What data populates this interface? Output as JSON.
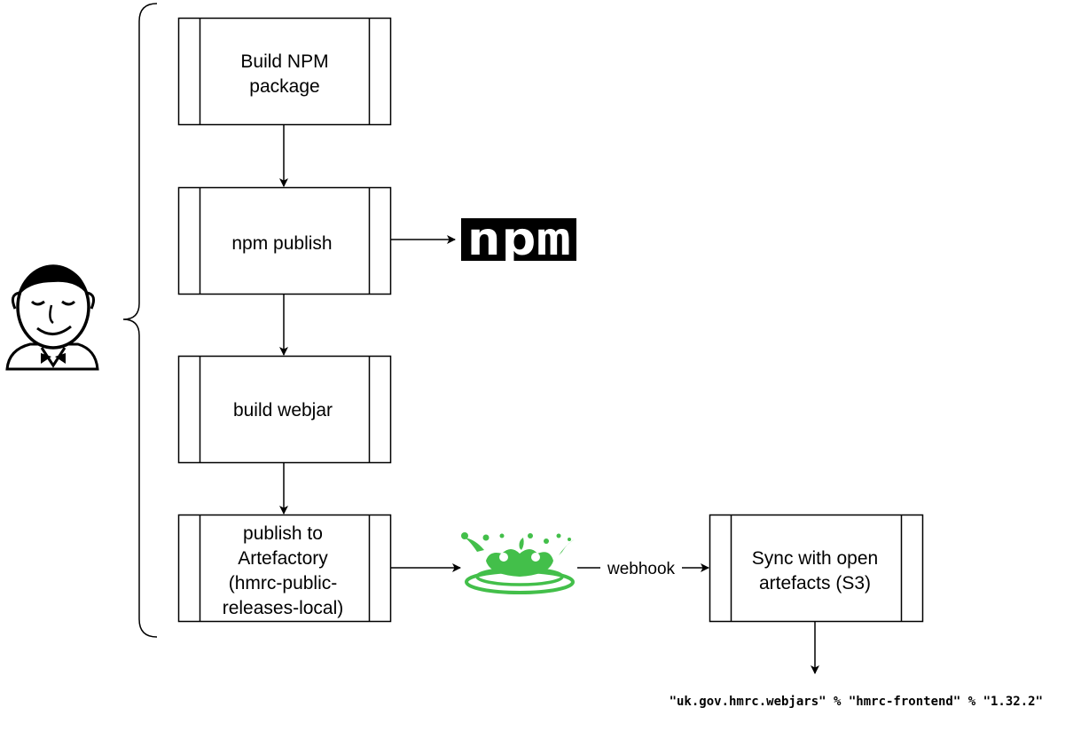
{
  "steps": [
    {
      "id": "build-npm",
      "lines": [
        "Build NPM",
        "package"
      ]
    },
    {
      "id": "npm-publish",
      "lines": [
        "npm publish"
      ]
    },
    {
      "id": "build-webjar",
      "lines": [
        "build webjar"
      ]
    },
    {
      "id": "publish-artefactory",
      "lines": [
        "publish to",
        "Artefactory",
        "(hmrc-public-",
        "releases-local)"
      ]
    },
    {
      "id": "sync-open-artefacts",
      "lines": [
        "Sync with open",
        "artefacts (S3)"
      ]
    }
  ],
  "edges": {
    "webhook_label": "webhook"
  },
  "logos": {
    "npm": "npm",
    "jenkins": "jenkins-butler-icon",
    "artifactory": "jfrog-artifactory-frog-icon"
  },
  "dependency_line": "\"uk.gov.hmrc.webjars\" % \"hmrc-frontend\" % \"1.32.2\"",
  "colors": {
    "stroke": "#000000",
    "artifactory_green": "#43bf4a",
    "npm_bg": "#000000"
  }
}
